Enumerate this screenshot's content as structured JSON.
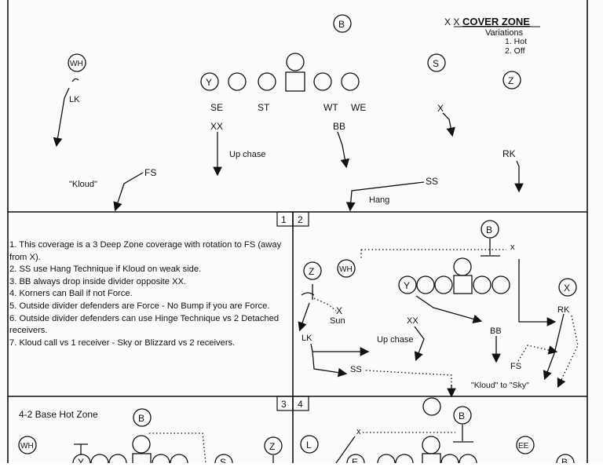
{
  "top": {
    "title_prefix": "X X",
    "title": "COVER  ZONE",
    "variations_label": "Variations",
    "variations": [
      "1. Hot",
      "2. Off"
    ],
    "players": {
      "B": "B",
      "WH": "WH",
      "Y": "Y",
      "S": "S",
      "Z": "Z"
    },
    "labels": {
      "LK": "LK",
      "SE": "SE",
      "ST": "ST",
      "WT": "WT",
      "WE": "WE",
      "XX": "XX",
      "BB": "BB",
      "X": "X",
      "RK": "RK",
      "FS": "FS",
      "SS": "SS",
      "kloud": "\"Kloud\"",
      "up_chase": "Up chase",
      "hang": "Hang"
    }
  },
  "panel_numbers": {
    "p1": "1",
    "p2": "2",
    "p3": "3",
    "p4": "4"
  },
  "notes": [
    "1. This coverage is a 3 Deep Zone coverage with rotation to FS (away from X).",
    "2. SS use Hang Technique if Kloud on weak side.",
    "3. BB always drop inside divider opposite XX.",
    "4. Korners can Bail if not Force.",
    "5. Outside divider defenders are Force - No Bump if you are Force.",
    "6. Outside divider defenders can use Hinge Technique vs 2 Detached receivers.",
    "7. Kloud call vs 1 receiver - Sky or Blizzard vs 2 receivers."
  ],
  "panel2": {
    "players": {
      "B": "B",
      "WH": "WH",
      "Z": "Z",
      "Y": "Y",
      "X": "X"
    },
    "labels": {
      "x_top": "x",
      "X_sun": "X",
      "sun": "Sun",
      "LK": "LK",
      "XX": "XX",
      "up_chase": "Up chase",
      "BB": "BB",
      "RK": "RK",
      "FS": "FS",
      "SS": "SS",
      "kloud_sky": "\"Kloud\" to \"Sky\""
    }
  },
  "panel3": {
    "title": "4-2 Base Hot Zone",
    "players": {
      "B": "B",
      "WH": "WH",
      "Y": "Y",
      "S": "S",
      "Z": "Z"
    }
  },
  "panel4": {
    "players": {
      "B": "B",
      "L": "L",
      "E": "E",
      "EE": "EE",
      "B2": "B"
    },
    "labels": {
      "x": "x"
    }
  }
}
